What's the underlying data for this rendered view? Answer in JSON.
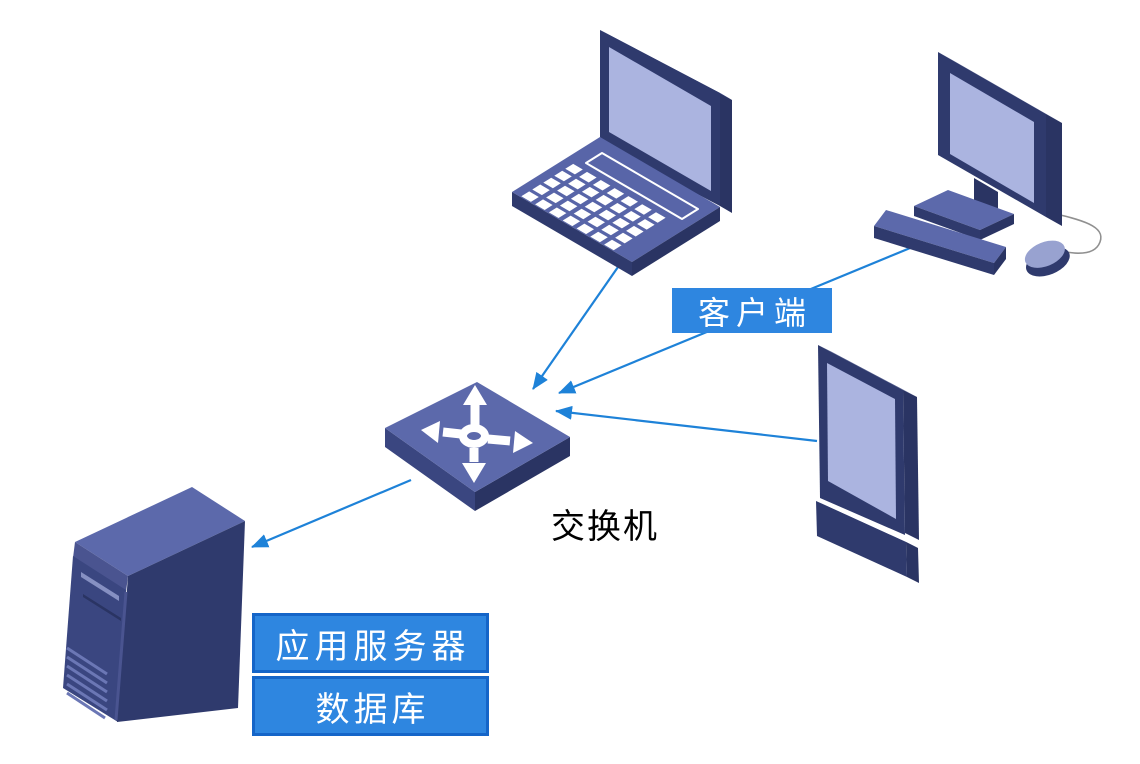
{
  "diagram": {
    "type": "network-topology",
    "labels": {
      "client": "客户端",
      "switch": "交换机",
      "app_server": "应用服务器",
      "database": "数据库"
    },
    "nodes": [
      {
        "id": "laptop",
        "kind": "laptop",
        "role_label": "客户端"
      },
      {
        "id": "desktop",
        "kind": "desktop-computer",
        "role_label": "客户端"
      },
      {
        "id": "tablet",
        "kind": "tablet",
        "role_label": "客户端"
      },
      {
        "id": "switch",
        "kind": "network-switch",
        "label": "交换机"
      },
      {
        "id": "server",
        "kind": "tower-server",
        "labels": [
          "应用服务器",
          "数据库"
        ]
      }
    ],
    "connections": [
      {
        "from": "laptop",
        "to": "switch",
        "arrow_at": "switch"
      },
      {
        "from": "desktop",
        "to": "switch",
        "arrow_at": "switch"
      },
      {
        "from": "tablet",
        "to": "switch",
        "arrow_at": "switch"
      },
      {
        "from": "switch",
        "to": "server",
        "arrow_at": "server"
      }
    ],
    "colors": {
      "label_background": "#2E86E0",
      "label_border": "#1565C8",
      "label_text": "#FFFFFF",
      "arrow_line": "#1E82D8",
      "device_frame_dark": "#2F3A6D",
      "device_side_darker": "#2A3463",
      "device_top_mid": "#5C69AB",
      "screen_light": "#ABB4E0",
      "switch_caption_text": "#000000"
    }
  }
}
